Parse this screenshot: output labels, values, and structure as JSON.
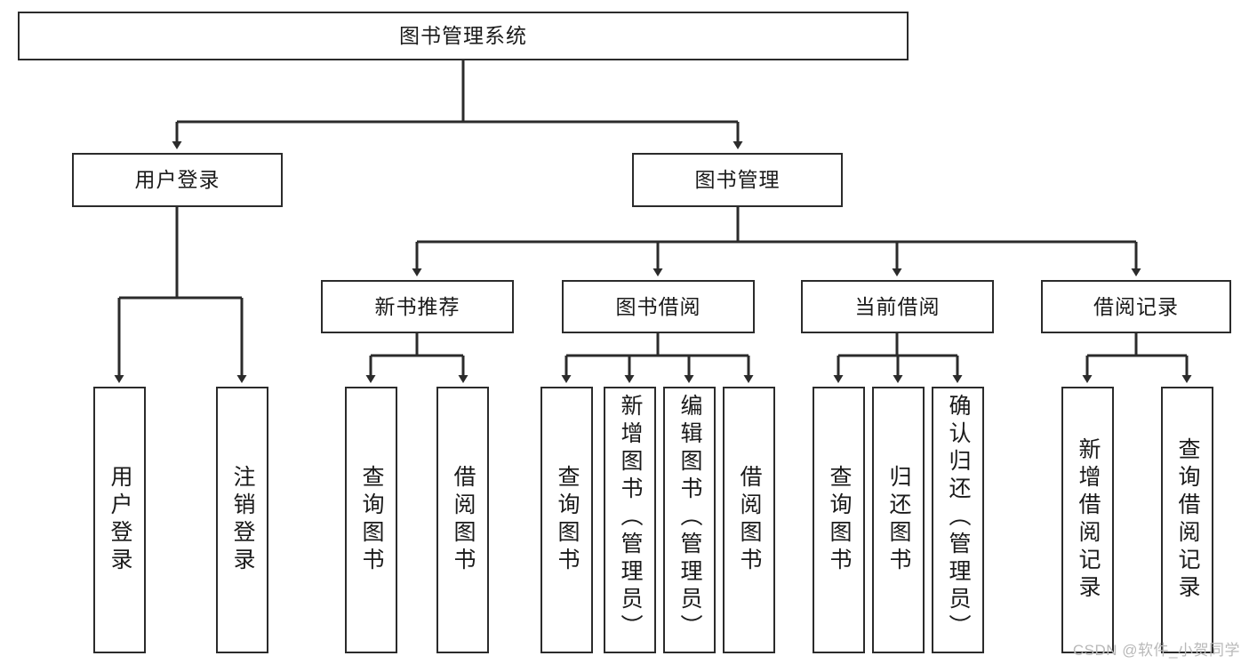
{
  "diagram": {
    "title": "图书管理系统",
    "type": "hierarchy-tree",
    "stroke_color": "#2b2b2b",
    "background_color": "#ffffff",
    "root": {
      "label": "图书管理系统"
    },
    "level1": [
      {
        "label": "用户登录"
      },
      {
        "label": "图书管理"
      }
    ],
    "level2": [
      {
        "label": "新书推荐"
      },
      {
        "label": "图书借阅"
      },
      {
        "label": "当前借阅"
      },
      {
        "label": "借阅记录"
      }
    ],
    "leaves": {
      "user_login": [
        {
          "label": "用户登录"
        },
        {
          "label": "注销登录"
        }
      ],
      "new_book_recommend": [
        {
          "label": "查询图书"
        },
        {
          "label": "借阅图书"
        }
      ],
      "book_borrow": [
        {
          "label": "查询图书"
        },
        {
          "label": "新增图书（管理员）"
        },
        {
          "label": "编辑图书（管理员）"
        },
        {
          "label": "借阅图书"
        }
      ],
      "current_borrow": [
        {
          "label": "查询图书"
        },
        {
          "label": "归还图书"
        },
        {
          "label": "确认归还（管理员）"
        }
      ],
      "borrow_record": [
        {
          "label": "新增借阅记录"
        },
        {
          "label": "查询借阅记录"
        }
      ]
    }
  },
  "watermark": {
    "text": "CSDN @软件_小贺同学"
  }
}
